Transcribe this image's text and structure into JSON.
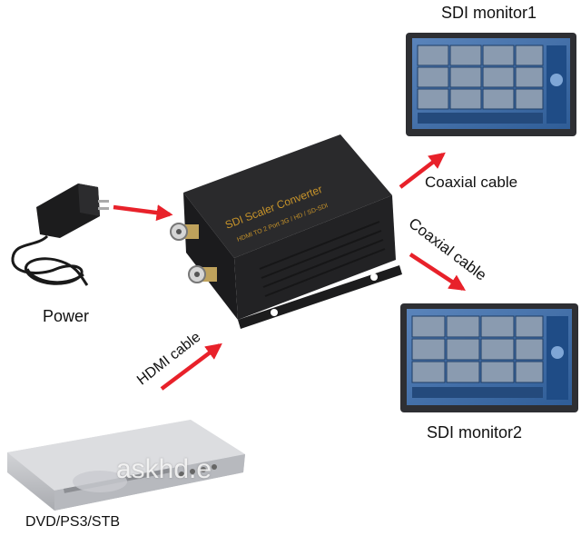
{
  "labels": {
    "monitor1": "SDI monitor1",
    "monitor2": "SDI monitor2",
    "power": "Power",
    "dvd": "DVD/PS3/STB",
    "coax1": "Coaxial cable",
    "coax2": "Coaxial cable",
    "hdmi": "HDMI cable"
  },
  "device": {
    "title": "SDI Scaler Converter",
    "subtitle": "HDMI TO 2 Port 3G / HD / SD-SDI"
  },
  "watermark": "askhd.e",
  "colors": {
    "arrow": "#e8212a",
    "device_body": "#2a2a2c",
    "device_text": "#c8942a",
    "monitor_bezel": "#2e2f33",
    "screen_bg": "#3f6fa8"
  }
}
